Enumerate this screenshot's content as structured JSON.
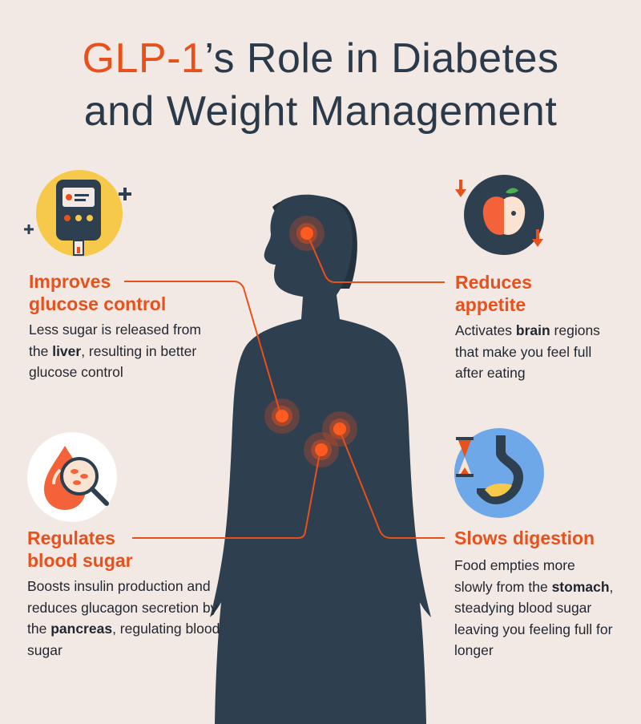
{
  "title": {
    "accent": "GLP-1",
    "rest_line1": "’s Role in Diabetes",
    "line2": "and Weight Management"
  },
  "sections": {
    "glucose": {
      "heading_line1": "Improves",
      "heading_line2": "glucose control",
      "body_part1": "Less sugar is released from the ",
      "body_bold": "liver",
      "body_part2": ", resulting in better glucose control",
      "icon": "glucose-meter-icon"
    },
    "appetite": {
      "heading_line1": "Reduces",
      "heading_line2": "appetite",
      "body_part1": "Activates ",
      "body_bold": "brain",
      "body_part2": " regions that make you feel full after eating",
      "icon": "apple-icon"
    },
    "blood_sugar": {
      "heading_line1": "Regulates",
      "heading_line2": "blood sugar",
      "body_part1": "Boosts insulin production and reduces glucagon secretion by the ",
      "body_bold": "pancreas",
      "body_part2": ", regulating blood sugar",
      "icon": "blood-drop-magnifier-icon"
    },
    "digestion": {
      "heading_line1": "Slows digestion",
      "body_part1": "Food empties more slowly from the ",
      "body_bold": "stomach",
      "body_part2": ", steadying blood sugar leaving you feeling full for longer",
      "icon": "stomach-hourglass-icon"
    }
  },
  "colors": {
    "accent": "#e8501c",
    "silhouette": "#2e3f4f",
    "background": "#f3e9e4"
  }
}
